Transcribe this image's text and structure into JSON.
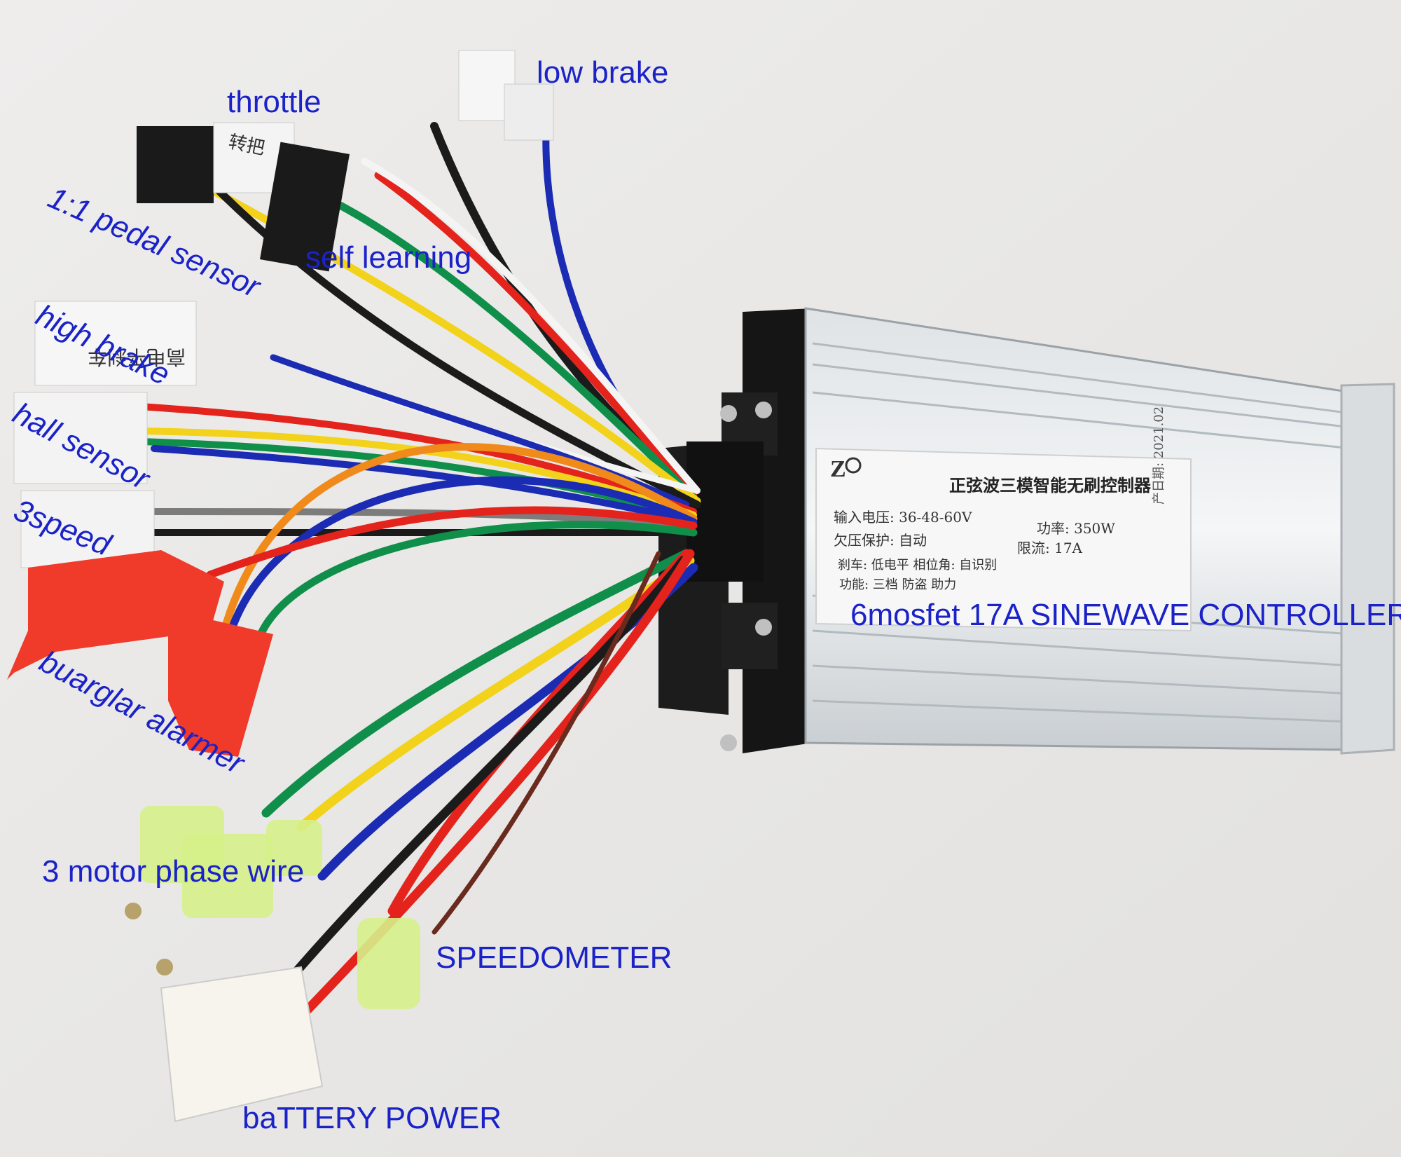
{
  "callouts": {
    "low_brake": "low brake",
    "throttle": "throttle",
    "pedal_sensor": "1:1 pedal sensor",
    "self_learning": "self learning",
    "high_brake": "high brake",
    "hall_sensor": "hall sensor",
    "three_speed": "3speed",
    "burglar_alarmer": "buarglar alarmer",
    "controller": "6mosfet 17A SINEWAVE CONTROLLER",
    "motor_phase": "3 motor phase wire",
    "speedometer": "SPEEDOMETER",
    "battery_power": "baTTERY POWER"
  },
  "controller_label": {
    "title": "正弦波三模智能无刷控制器",
    "row1_left": "输入电压: 36-48-60V",
    "row1_right": "功率: 350W",
    "row2_left": "欠压保护: 自动",
    "row2_right": "限流: 17A",
    "row3": "刹车: 低电平   相位角: 自识别",
    "row4": "功能: 三档   防盗  助力",
    "side": "2021.02",
    "side_prefix": "产日期:"
  },
  "connector_tags": {
    "throttle_tag": "转把",
    "high_brake_tag": "高电平刹车"
  },
  "wire_colors": {
    "red": "#e3231c",
    "yellow": "#f2d21a",
    "green": "#0f8f4a",
    "blue": "#1b2bb3",
    "black": "#1b1b1b",
    "white": "#f4f4f4",
    "orange": "#f08a1a",
    "brown": "#6b2a1e",
    "grey": "#7c7c7c"
  },
  "icons": {
    "logo": "company-logo-icon"
  }
}
